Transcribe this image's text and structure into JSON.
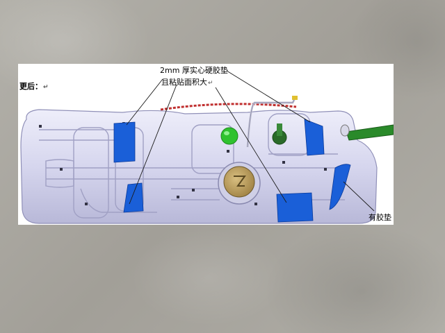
{
  "labels": {
    "after": "更后：",
    "thickness": "2mm  厚实心硬胶垫",
    "bond_area": "且粘贴面积大",
    "has_pad": "有胶垫",
    "return_mark": "↵"
  },
  "colors": {
    "tank_body": "#d8d8f0",
    "tank_shadow": "#a8a8cc",
    "pad_blue": "#1a5fd8",
    "cap_green": "#2fc22f",
    "pipe_green": "#2a8a2a",
    "gauge_gold": "#b89a58",
    "background": "#a9a7a0"
  }
}
